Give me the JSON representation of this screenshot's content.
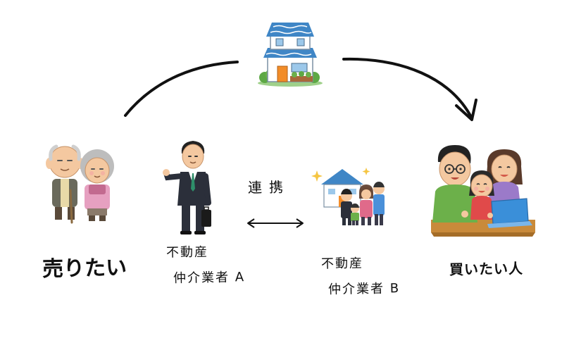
{
  "labels": {
    "seller": "売りたい",
    "agent_a_line1": "不動産",
    "agent_a_line2": "仲介業者 A",
    "agent_b_line1": "不動産",
    "agent_b_line2": "仲介業者 B",
    "buyer": "買いたい人",
    "cooperation": "連携"
  },
  "icons": {
    "house": "house-icon",
    "seller": "elderly-couple-icon",
    "agent_a": "businessman-icon",
    "agent_b": "real-estate-agent-family-icon",
    "buyer": "family-computer-icon"
  },
  "colors": {
    "ink": "#111111",
    "roof": "#3f86c6",
    "door": "#f28c28",
    "suit": "#2b2f3a",
    "green_shirt": "#6cb04a",
    "laptop": "#3a8fd9",
    "table": "#c98a3a"
  }
}
